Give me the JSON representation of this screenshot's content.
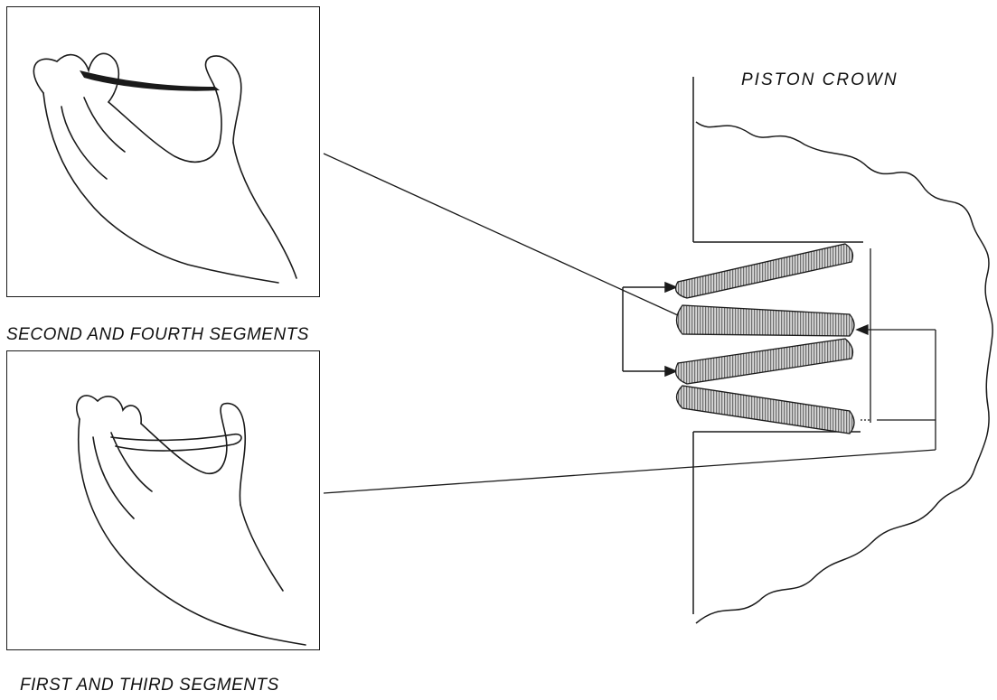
{
  "labels": {
    "piston_crown": "PISTON CROWN",
    "second_fourth": "SECOND AND FOURTH SEGMENTS",
    "first_third": "FIRST AND THIRD SEGMENTS"
  },
  "colors": {
    "ink": "#1a1a1a",
    "ring_fill": "#9a9a9a"
  }
}
